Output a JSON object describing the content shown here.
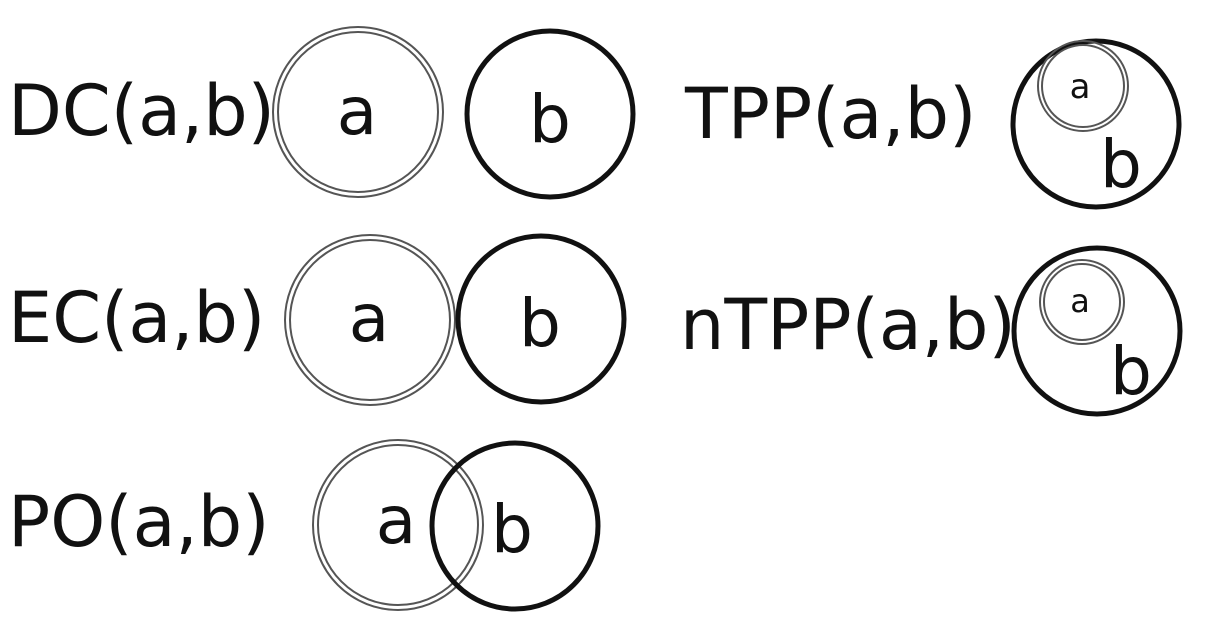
{
  "relations": {
    "dc": {
      "label": "DC(a,b)",
      "region_a": "a",
      "region_b": "b"
    },
    "ec": {
      "label": "EC(a,b)",
      "region_a": "a",
      "region_b": "b"
    },
    "po": {
      "label": "PO(a,b)",
      "region_a": "a",
      "region_b": "b"
    },
    "tpp": {
      "label": "TPP(a,b)",
      "region_a": "a",
      "region_b": "b"
    },
    "ntpp": {
      "label": "nTPP(a,b)",
      "region_a": "a",
      "region_b": "b"
    }
  },
  "colors": {
    "region_a_stroke": "#555555",
    "region_b_stroke": "#111111",
    "text": "#111111",
    "background": "#ffffff"
  }
}
